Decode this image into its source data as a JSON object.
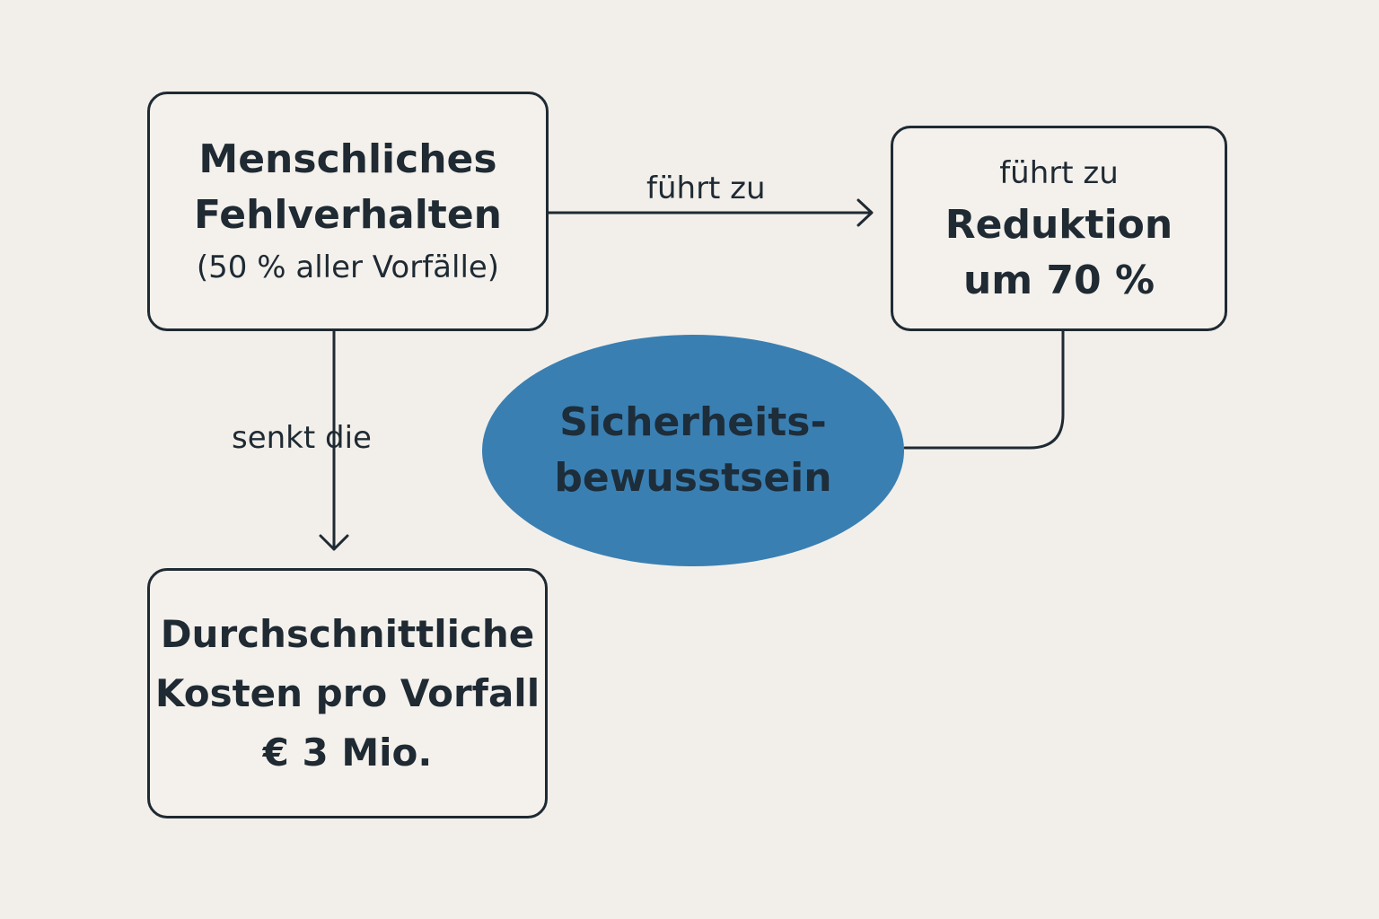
{
  "nodes": {
    "human_error": {
      "line1": "Menschliches",
      "line2": "Fehlverhalten",
      "line3": "(50 % aller Vorfälle)"
    },
    "reduction": {
      "line1": "führt zu",
      "line2": "Reduktion",
      "line3": "um 70 %"
    },
    "costs": {
      "line1": "Durchschnittliche",
      "line2": "Kosten pro Vorfall",
      "line3": "€ 3 Mio."
    },
    "awareness": {
      "line1": "Sicherheits-",
      "line2": "bewusstsein"
    }
  },
  "edges": {
    "human_to_reduction": "führt zu",
    "human_to_costs": "senkt die"
  },
  "colors": {
    "background": "#f2efea",
    "stroke": "#1f2a33",
    "ellipse_fill": "#3a7fb2"
  }
}
